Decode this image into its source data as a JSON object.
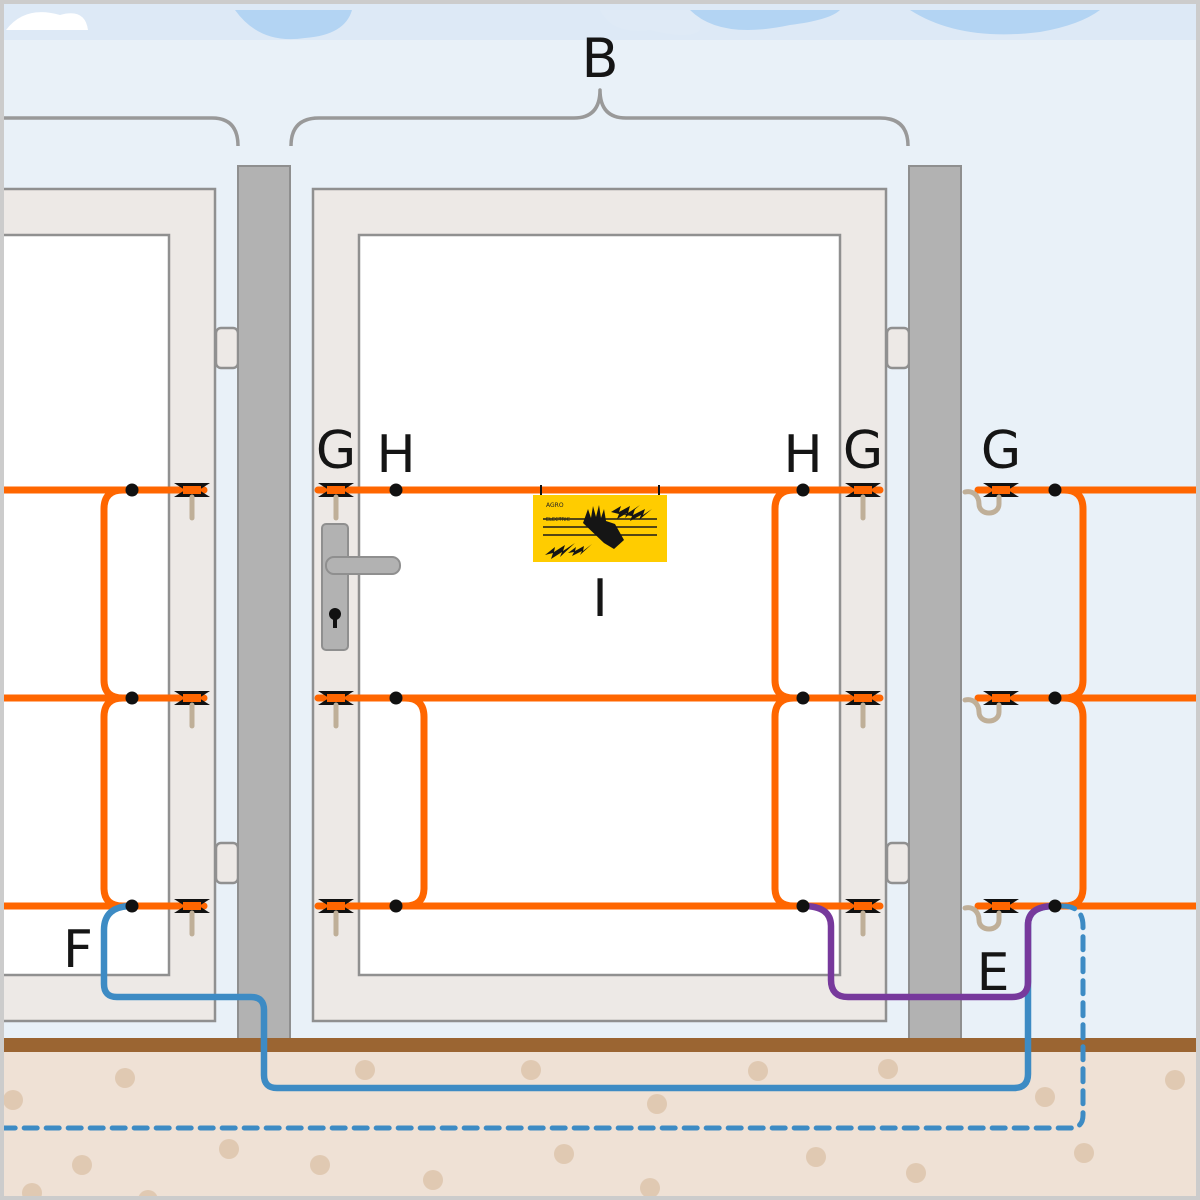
{
  "labels": {
    "gate_span": "B",
    "post_insulator": "G",
    "wire_clamp": "H",
    "warning_sign": "I",
    "underground_cable_right": "E",
    "underground_cable_left": "F"
  },
  "sign": {
    "brand_line1": "AGRO",
    "brand_line2": "ELECTRIC"
  },
  "colors": {
    "sky": "#e9f1f8",
    "cloud": "#b3d4f3",
    "gate_frame": "#ede9e6",
    "post": "#b2b2b2",
    "fence_wire": "#ff6600",
    "earth_cable_blue": "#3d8bc4",
    "connector_purple": "#77399c",
    "insulator_tan": "#bfaf98",
    "ground_line": "#9b6532",
    "soil": "#efe1d5",
    "pebble": "#e0c9b2",
    "sign_yellow": "#ffcc00",
    "bracket_gray": "#999999"
  }
}
